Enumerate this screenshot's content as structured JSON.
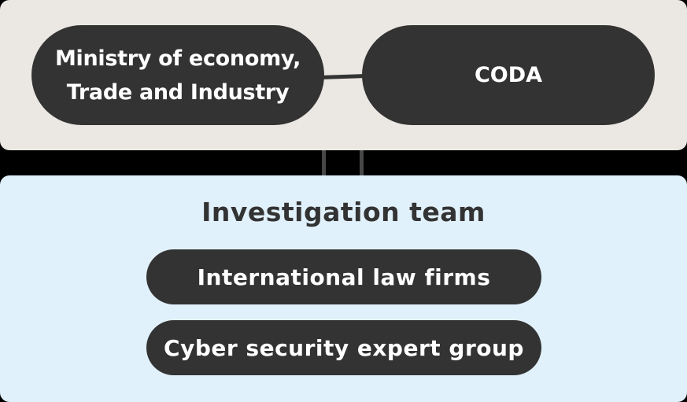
{
  "diagram": {
    "top_group": {
      "meti_label_line1": "Ministry of economy,",
      "meti_label_line2": "Trade and Industry",
      "coda_label": "CODA"
    },
    "bottom_group": {
      "title": "Investigation team",
      "members": [
        "International law firms",
        "Cyber security expert group"
      ]
    },
    "colors": {
      "background": "#000000",
      "top_panel": "#ebe8e4",
      "bottom_panel": "#e1f1fb",
      "pill": "#333333",
      "pill_text": "#ffffff",
      "title_text": "#333333"
    }
  }
}
